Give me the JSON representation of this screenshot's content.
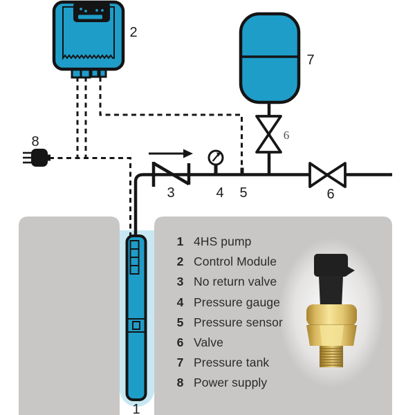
{
  "diagram": {
    "labels": {
      "pump": "1",
      "control_module": "2",
      "no_return_valve": "3",
      "pressure_gauge": "4",
      "pressure_sensor": "5",
      "tank_valve": "6",
      "line_valve": "6",
      "pressure_tank": "7",
      "power_supply": "8"
    }
  },
  "legend": {
    "items": [
      {
        "num": "1",
        "label": "4HS pump"
      },
      {
        "num": "2",
        "label": "Control Module"
      },
      {
        "num": "3",
        "label": "No return valve"
      },
      {
        "num": "4",
        "label": "Pressure gauge"
      },
      {
        "num": "5",
        "label": "Pressure sensor"
      },
      {
        "num": "6",
        "label": "Valve"
      },
      {
        "num": "7",
        "label": "Pressure tank"
      },
      {
        "num": "8",
        "label": "Power supply"
      }
    ]
  },
  "colors": {
    "device_teal": "#1f9dc9",
    "well_water": "#c7e8f2",
    "ground_gray": "#c9c7c5",
    "line_black": "#161616",
    "brass": "#d8b45a",
    "sensor_plastic": "#202020"
  }
}
